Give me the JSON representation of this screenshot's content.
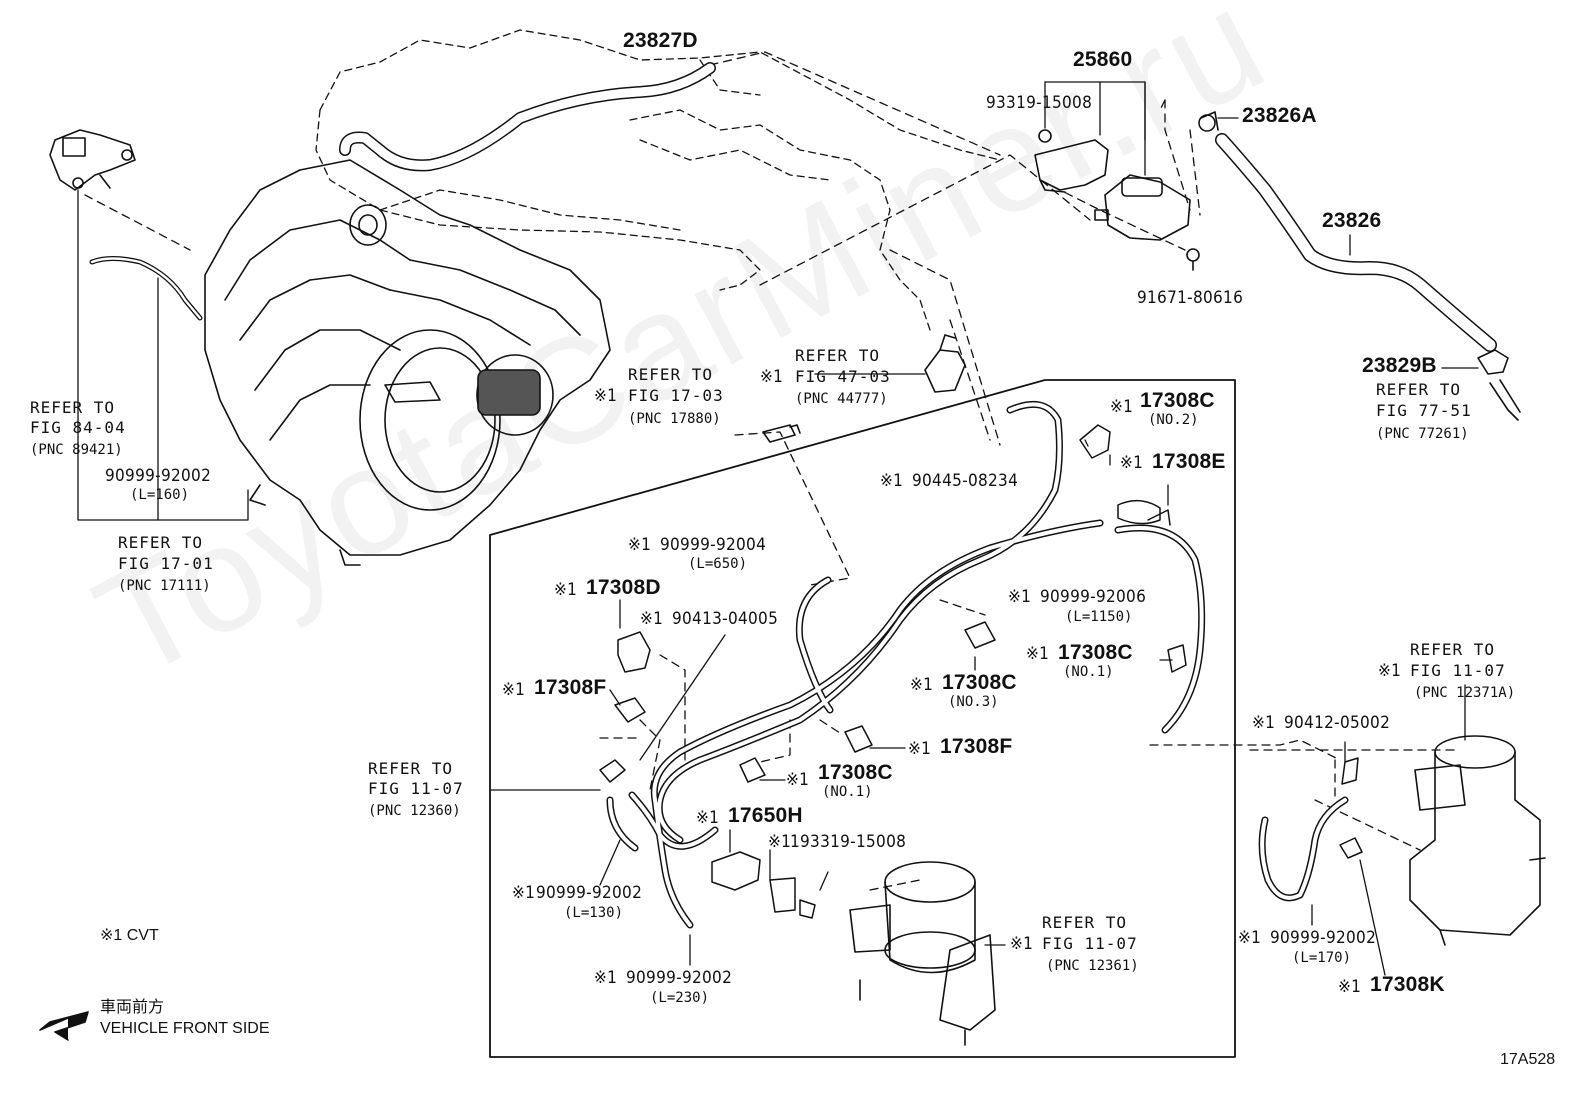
{
  "watermark": "ToyotaCarMiner.ru",
  "diagram_code": "17A528",
  "legend": {
    "note": "※1  CVT",
    "jp": "車両前方",
    "en": "VEHICLE FRONT SIDE"
  },
  "parts": {
    "p23827D": "23827D",
    "p25860": "25860",
    "p93319_15008": "93319-15008",
    "p23826A": "23826A",
    "p23826": "23826",
    "p91671_80616": "91671-80616",
    "p23829B": "23829B",
    "p17308C_no2": "17308C",
    "no2": "(NO.2)",
    "p17308E": "17308E",
    "p90445_08234": "90445-08234",
    "p90999_92004": "90999-92004",
    "l650": "(L=650)",
    "p17308D": "17308D",
    "p90413_04005": "90413-04005",
    "p17308F_a": "17308F",
    "p90999_92006": "90999-92006",
    "l1150": "(L=1150)",
    "p17308C_no1a": "17308C",
    "no1a": "(NO.1)",
    "p17308C_no3": "17308C",
    "no3": "(NO.3)",
    "p17308F_b": "17308F",
    "p17308C_no1b": "17308C",
    "no1b": "(NO.1)",
    "p17650H": "17650H",
    "p193319": "193319-15008",
    "p90999_92002_130": "90999-92002",
    "l130": "(L=130)",
    "p90999_92002_230": "90999-92002",
    "l230": "(L=230)",
    "p90999_92002_160": "90999-92002",
    "l160": "(L=160)",
    "p90412_05002": "90412-05002",
    "p90999_92002_170": "90999-92002",
    "l170": "(L=170)",
    "p17308K": "17308K"
  },
  "marks": {
    "x1": "※1"
  },
  "refs": {
    "r1": {
      "a": "REFER TO",
      "b": "FIG 84-04",
      "c": "(PNC 89421)"
    },
    "r2": {
      "a": "REFER TO",
      "b": "FIG 17-01",
      "c": "(PNC 17111)"
    },
    "r3": {
      "a": "REFER TO",
      "b": "FIG 17-03",
      "c": "(PNC 17880)"
    },
    "r4": {
      "a": "REFER TO",
      "b": "FIG 47-03",
      "c": "(PNC 44777)"
    },
    "r5": {
      "a": "REFER TO",
      "b": "FIG 77-51",
      "c": "(PNC 77261)"
    },
    "r6": {
      "a": "REFER TO",
      "b": "FIG 11-07",
      "c": "(PNC 12360)"
    },
    "r7": {
      "a": "REFER TO",
      "b": "FIG 11-07",
      "c": "(PNC 12361)"
    },
    "r8": {
      "a": "REFER TO",
      "b": "FIG 11-07",
      "c": "(PNC 12371A)"
    }
  }
}
